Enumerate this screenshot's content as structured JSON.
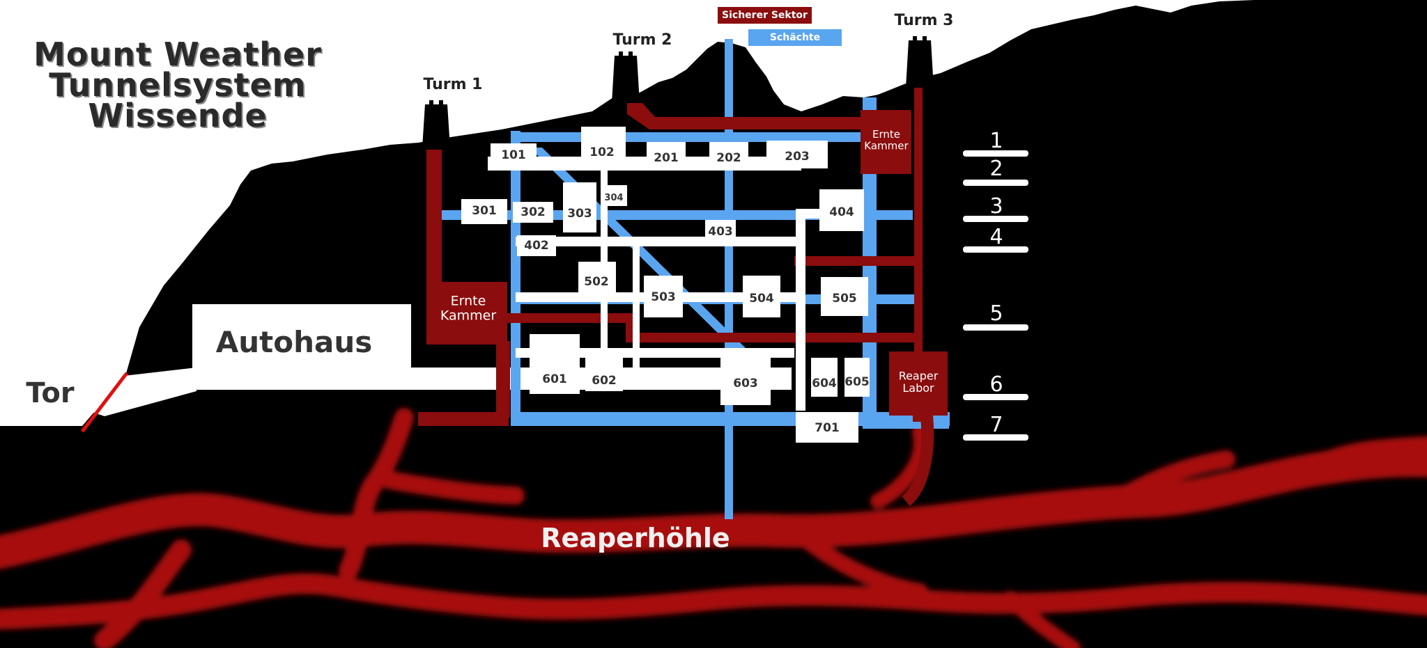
{
  "title": {
    "line1": "Mount Weather",
    "line2": "Tunnelsystem",
    "line3": "Wissende"
  },
  "legend": {
    "secure_sector": "Sicherer Sektor",
    "shafts": "Schächte"
  },
  "colors": {
    "rock": "#000000",
    "sky": "#ffffff",
    "shaft": "#5aa5ef",
    "secure": "#8b0d0d",
    "reaper": "#a81010",
    "gate": "#e01010"
  },
  "towers": [
    "Turm 1",
    "Turm 2",
    "Turm 3"
  ],
  "areas": {
    "car_dealer": "Autohaus",
    "gate": "Tor",
    "cave": "Reaperhöhle"
  },
  "special_rooms": {
    "harvest_chamber_left": "Ernte Kammer",
    "harvest_chamber_right": "Ernte Kammer",
    "reaper_lab": "Reaper Labor"
  },
  "rooms": [
    "101",
    "102",
    "201",
    "202",
    "203",
    "301",
    "302",
    "303",
    "304",
    "404",
    "402",
    "403",
    "502",
    "503",
    "504",
    "505",
    "601",
    "602",
    "603",
    "604",
    "605",
    "701"
  ],
  "levels": [
    "1",
    "2",
    "3",
    "4",
    "5",
    "6",
    "7"
  ]
}
